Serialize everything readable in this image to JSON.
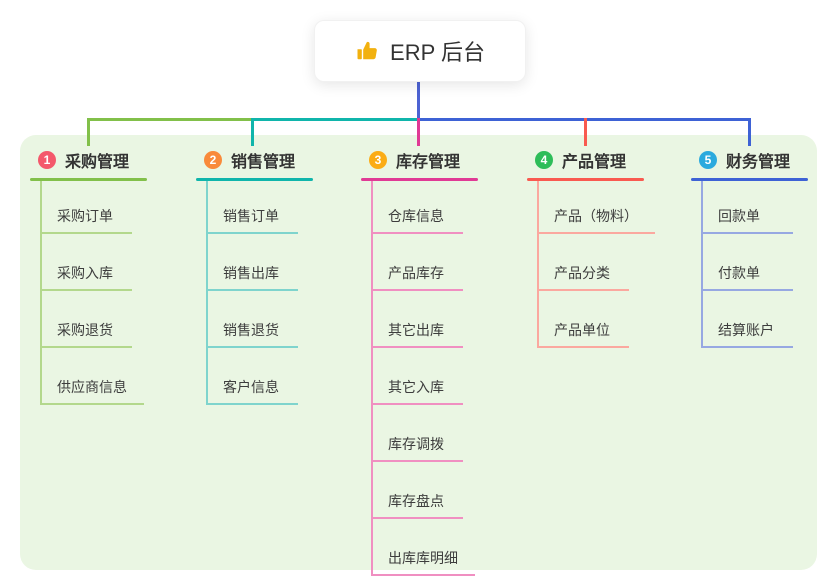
{
  "root": {
    "title": "ERP 后台",
    "icon": "thumbs-up-icon"
  },
  "colors": {
    "panel_bg": "#eaf6e3",
    "center_line": "#4d63d3",
    "root_bg": "#ffffff",
    "title_text": "#333333",
    "child_text": "#3d3d3d",
    "thumb_gold": "#f2b10f"
  },
  "branches": [
    {
      "badge": "1",
      "badge_color": "#f4586b",
      "title": "采购管理",
      "line_color": "#82c04a",
      "child_line_color": "#b3d88c",
      "children": [
        "采购订单",
        "采购入库",
        "采购退货",
        "供应商信息"
      ]
    },
    {
      "badge": "2",
      "badge_color": "#f98a3a",
      "title": "销售管理",
      "line_color": "#10b5ab",
      "child_line_color": "#7fd4cd",
      "children": [
        "销售订单",
        "销售出库",
        "销售退货",
        "客户信息"
      ]
    },
    {
      "badge": "3",
      "badge_color": "#fbac15",
      "title": "库存管理",
      "line_color": "#e03a95",
      "child_line_color": "#f08fc1",
      "children": [
        "仓库信息",
        "产品库存",
        "其它出库",
        "其它入库",
        "库存调拨",
        "库存盘点",
        "出库库明细"
      ]
    },
    {
      "badge": "4",
      "badge_color": "#2ebd59",
      "title": "产品管理",
      "line_color": "#f95a50",
      "child_line_color": "#fba89f",
      "children": [
        "产品（物料）",
        "产品分类",
        "产品单位"
      ]
    },
    {
      "badge": "5",
      "badge_color": "#2baade",
      "title": "财务管理",
      "line_color": "#3e62d5",
      "child_line_color": "#97a8e2",
      "children": [
        "回款单",
        "付款单",
        "结算账户"
      ]
    }
  ]
}
